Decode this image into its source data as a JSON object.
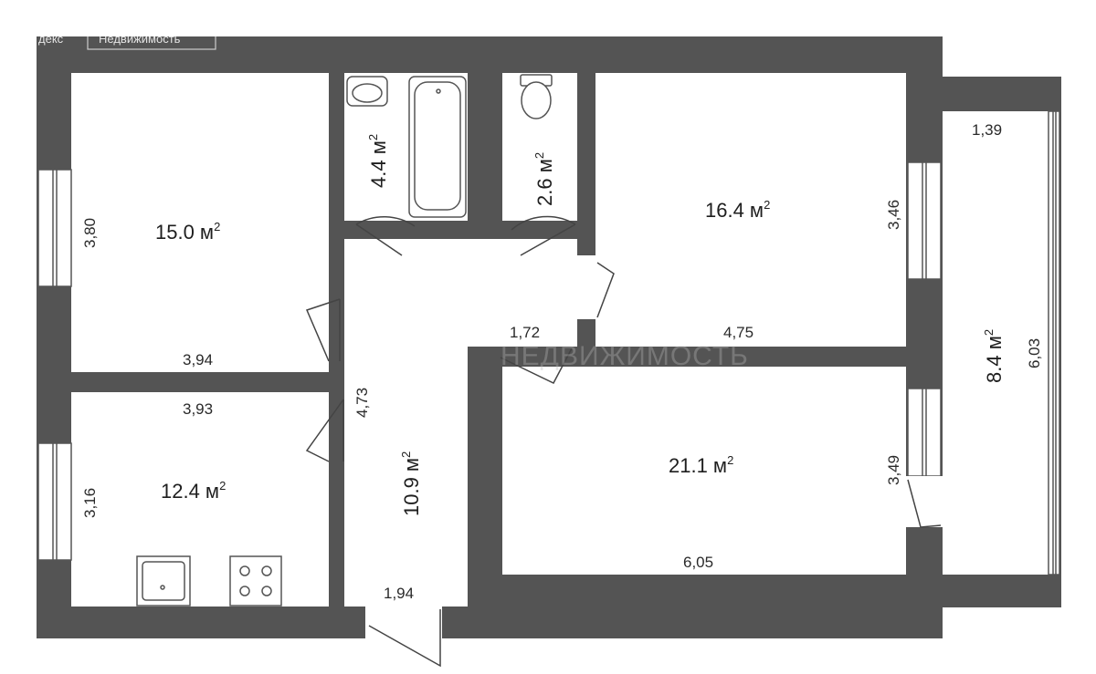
{
  "watermark": {
    "brand_fragment": "декс",
    "brand_box": "Недвижимость",
    "center_text": "НЕДВИЖИМОСТЬ"
  },
  "rooms": [
    {
      "id": "bedroom-left",
      "area": "15.0 м",
      "sup": "2"
    },
    {
      "id": "kitchen",
      "area": "12.4 м",
      "sup": "2"
    },
    {
      "id": "bathroom",
      "area": "4.4 м",
      "sup": "2"
    },
    {
      "id": "toilet",
      "area": "2.6 м",
      "sup": "2"
    },
    {
      "id": "hallway",
      "area": "10.9 м",
      "sup": "2"
    },
    {
      "id": "room-right-top",
      "area": "16.4 м",
      "sup": "2"
    },
    {
      "id": "room-right-bottom",
      "area": "21.1 м",
      "sup": "2"
    },
    {
      "id": "balcony",
      "area": "8.4 м",
      "sup": "2"
    }
  ],
  "dimensions": {
    "bedroom_left_height": "3,80",
    "bedroom_left_width": "3,94",
    "kitchen_width": "3,93",
    "kitchen_height": "3,16",
    "hallway_length": "4,73",
    "hallway_door_width": "1,94",
    "corridor_width": "1,72",
    "room_top_height": "3,46",
    "room_top_width": "4,75",
    "room_bottom_height": "3,49",
    "room_bottom_width": "6,05",
    "balcony_width": "1,39",
    "balcony_length": "6,03"
  },
  "colors": {
    "wall": "#545454",
    "floor": "#ffffff",
    "line": "#555555",
    "watermark": "#b8b8b8"
  }
}
